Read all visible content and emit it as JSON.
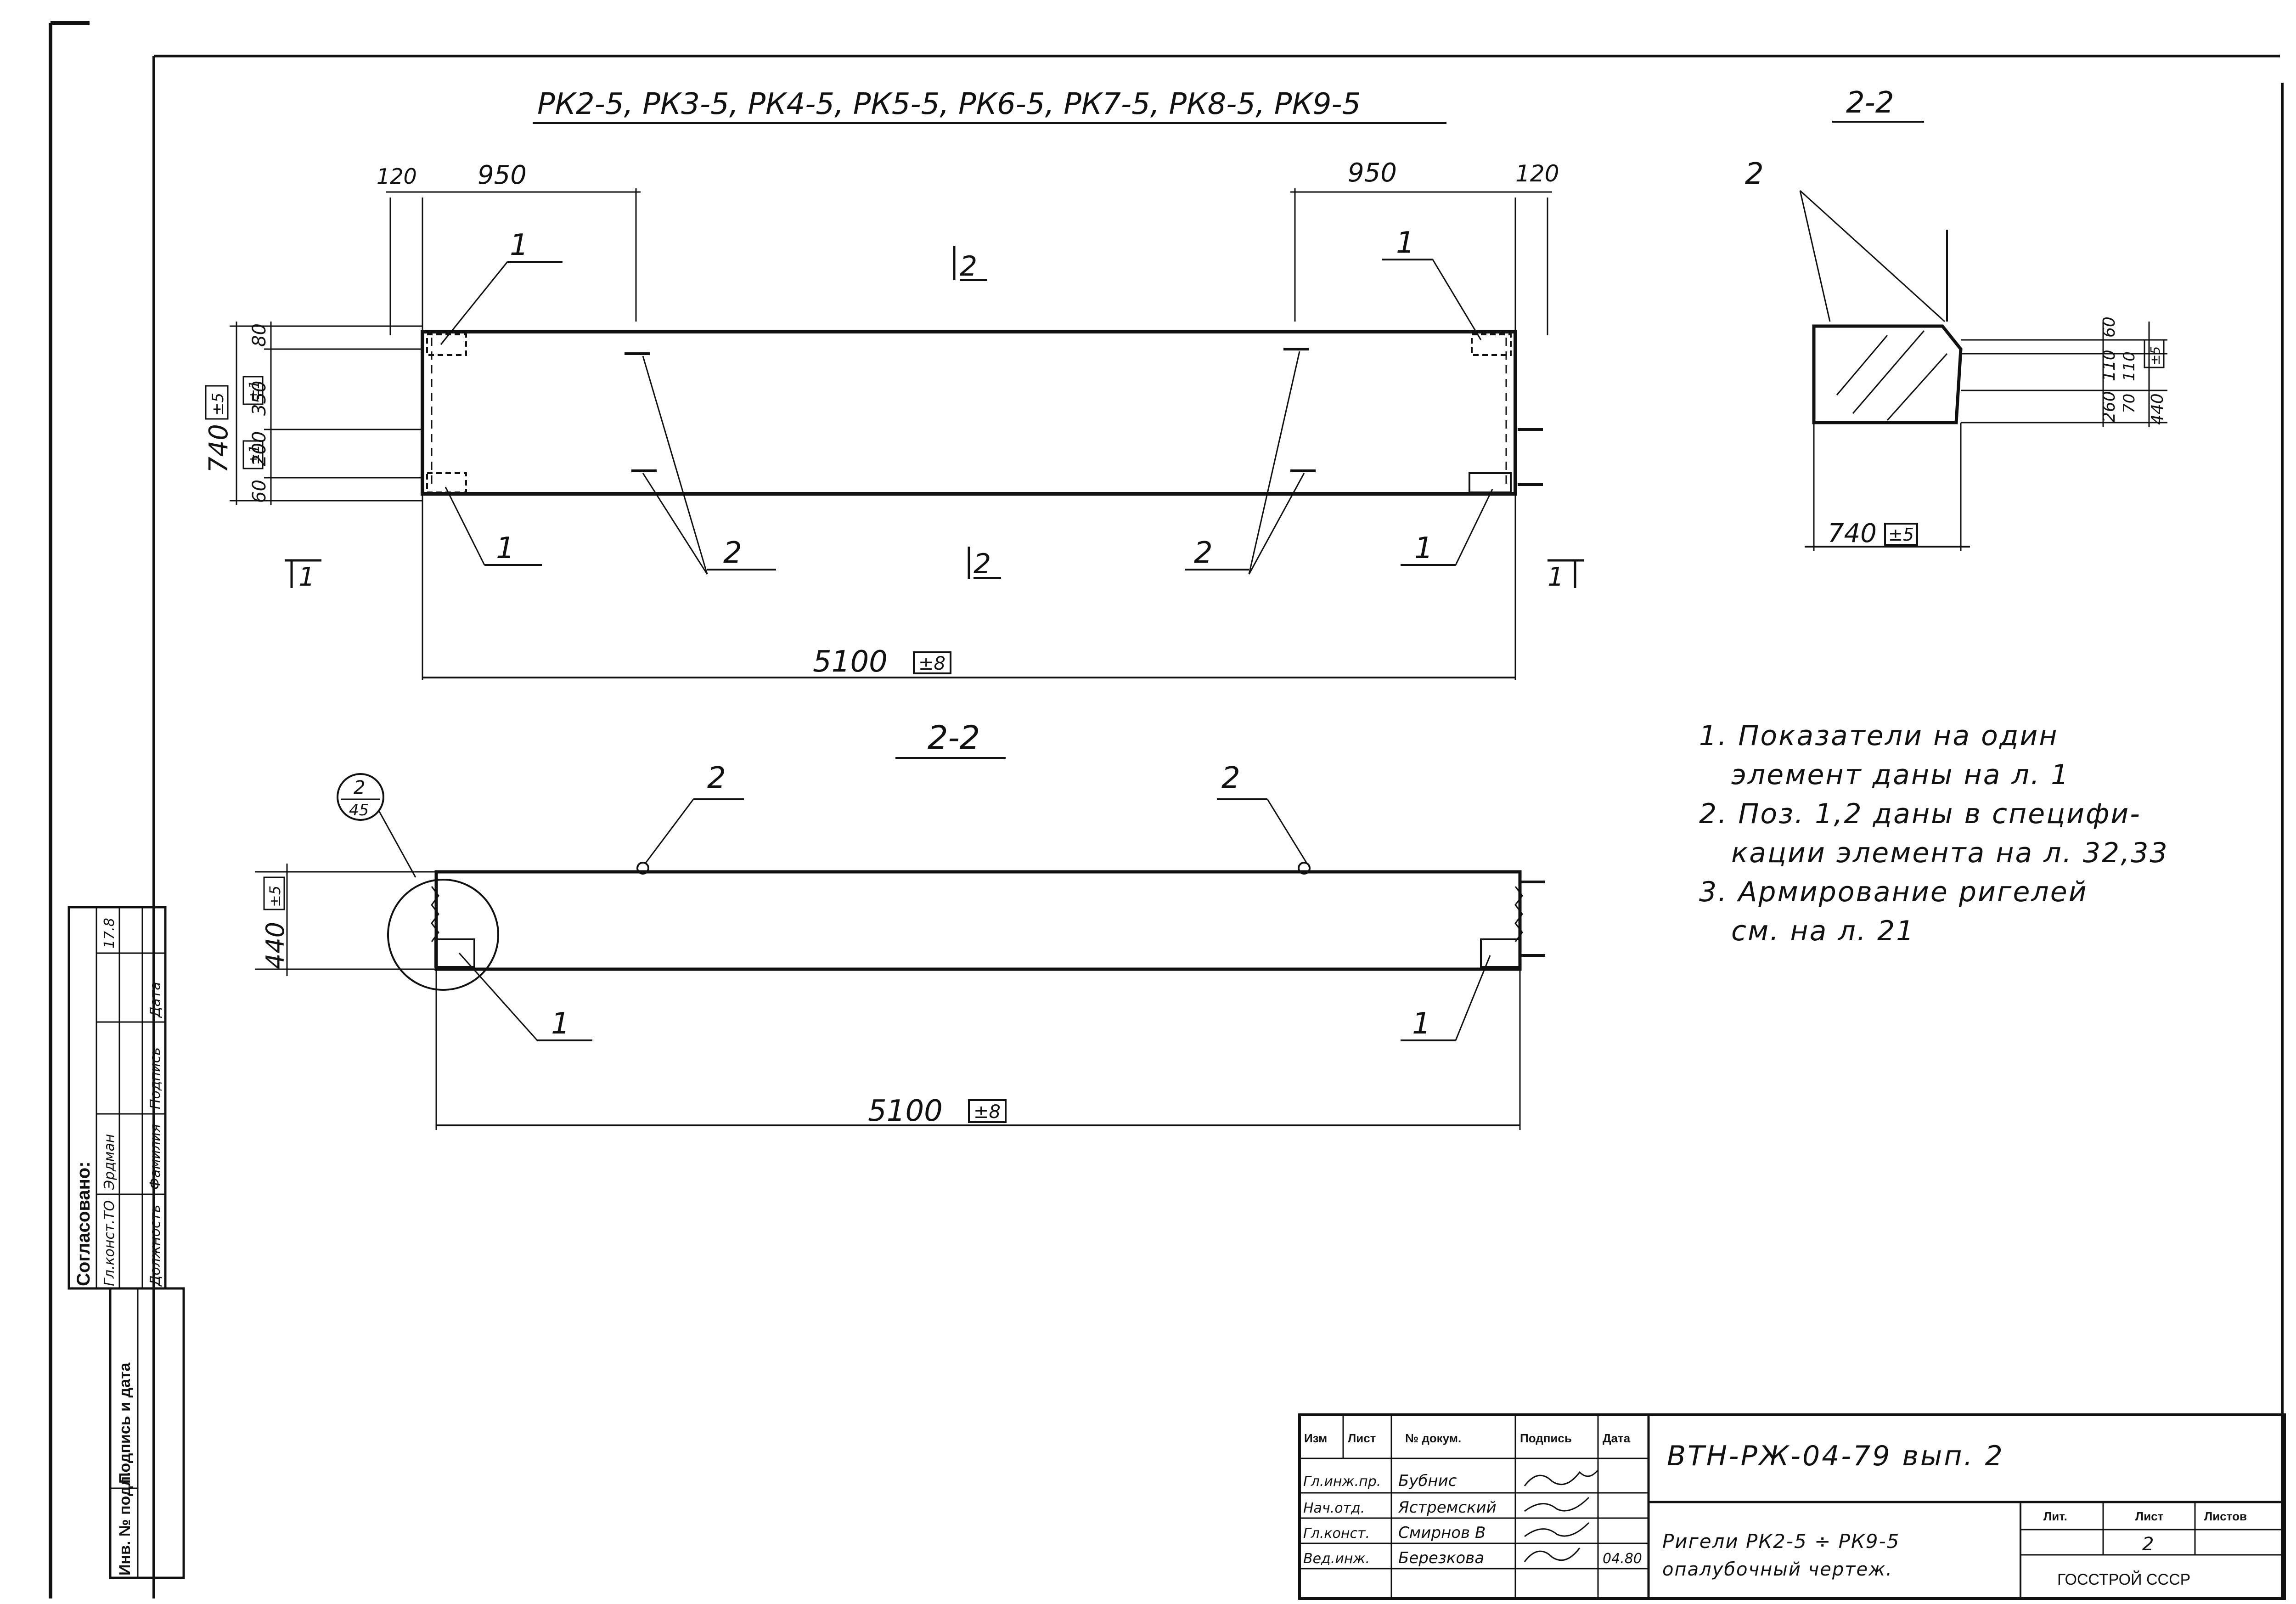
{
  "header_title": "РК2-5, РК3-5, РК4-5, РК5-5, РК6-5, РК7-5, РК8-5, РК9-5",
  "plan": {
    "dim_120_left": "120",
    "dim_950_left": "950",
    "dim_950_right": "950",
    "dim_120_right": "120",
    "dim_total": "5100",
    "tol_total": "±8",
    "height_total": "740",
    "tol_height": "±5",
    "dims_vertical": [
      "80",
      "350",
      "200",
      "60"
    ],
    "tols_vertical": [
      "±1",
      "±1"
    ],
    "section_mark": "2",
    "view_mark": "1",
    "callouts": [
      "1",
      "1",
      "1",
      "1",
      "2",
      "2"
    ]
  },
  "section_top": {
    "title": "2-2",
    "callout": "2",
    "width": "740",
    "tol_width": "±5",
    "dims": [
      "60",
      "110",
      "260",
      "110",
      "70",
      "440",
      "±5"
    ]
  },
  "elevation": {
    "title": "2-2",
    "node_top": "2",
    "node_bottom": "45",
    "callouts": [
      "2",
      "2",
      "1",
      "1"
    ],
    "height": "440",
    "tol_height": "±5",
    "length": "5100",
    "tol_length": "±8"
  },
  "notes": [
    "1. Показатели на один",
    "элемент даны на л. 1",
    "2. Поз. 1,2 даны в специфи-",
    "кации элемента на л. 32,33",
    "3. Армирование ригелей",
    "см. на л. 21"
  ],
  "side_stamp": {
    "title": "Согласовано:",
    "rows": [
      {
        "position": "Гл.конст.ТО",
        "name": "Эрдман",
        "signature": "",
        "date": "17.8"
      }
    ],
    "headers": [
      "Должность",
      "Фамилия",
      "Подпись",
      "Дата"
    ],
    "inv_labels": [
      "Инв. № подл.",
      "Подпись и дата"
    ]
  },
  "title_block": {
    "doc_code": "ВТН-РЖ-04-79 вып. 2",
    "drawing_title": "Ригели РК2-5 ÷ РК9-5",
    "drawing_subtitle": "опалубочный чертеж.",
    "col_headers": [
      "Изм",
      "Лист",
      "№ докум.",
      "Подпись",
      "Дата"
    ],
    "rows": [
      {
        "role": "Гл.инж.пр.",
        "name": "Бубнис",
        "date": ""
      },
      {
        "role": "Нач.отд.",
        "name": "Ястремский",
        "date": ""
      },
      {
        "role": "Гл.конст.",
        "name": "Смирнов В",
        "date": ""
      },
      {
        "role": "Вед.инж.",
        "name": "Березкова",
        "date": "04.80"
      }
    ],
    "lit_label": "Лит.",
    "sheet_label": "Лист",
    "sheets_label": "Листов",
    "sheet_number": "2",
    "organization": "ГОССТРОЙ СССР"
  }
}
